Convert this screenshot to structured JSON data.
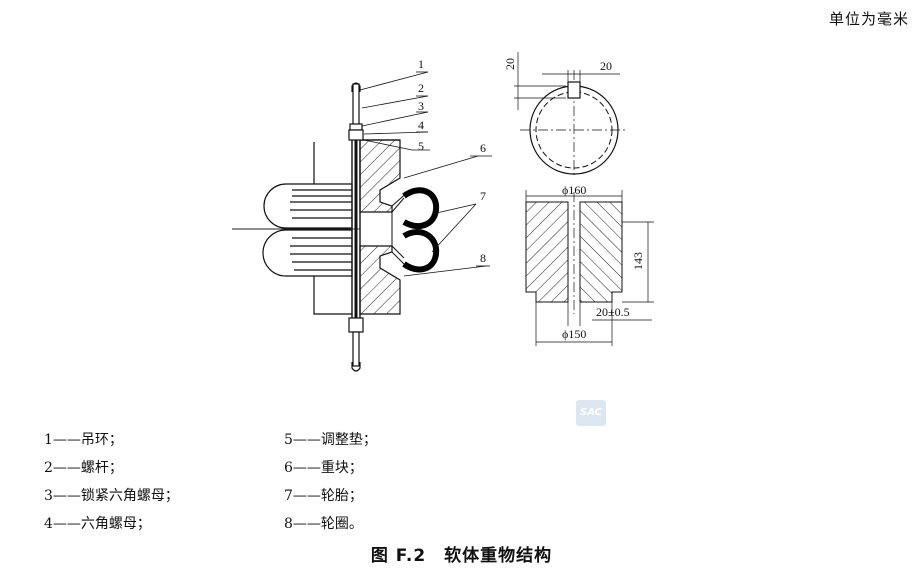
{
  "unit_note": "单位为毫米",
  "callouts": [
    "1",
    "2",
    "3",
    "4",
    "5",
    "6",
    "7",
    "8"
  ],
  "dimensions": {
    "slot_height": "20",
    "slot_width": "20",
    "top_diameter": "ϕ160",
    "height": "143",
    "step": "20±0.5",
    "bottom_diameter": "ϕ150"
  },
  "legend": [
    {
      "num": "1",
      "text": "吊环；"
    },
    {
      "num": "2",
      "text": "螺杆；"
    },
    {
      "num": "3",
      "text": "锁紧六角螺母；"
    },
    {
      "num": "4",
      "text": "六角螺母；"
    },
    {
      "num": "5",
      "text": "调整垫；"
    },
    {
      "num": "6",
      "text": "重块；"
    },
    {
      "num": "7",
      "text": "轮胎；"
    },
    {
      "num": "8",
      "text": "轮圈。"
    }
  ],
  "legend_dash": "——",
  "caption": "图 F.2　软体重物结构",
  "watermark": "SAC"
}
